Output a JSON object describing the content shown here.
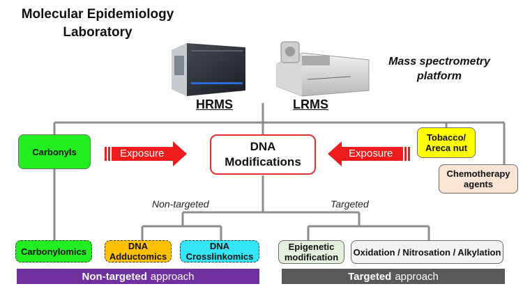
{
  "lab": {
    "line1": "Molecular Epidemiology",
    "line2": "Laboratory"
  },
  "platform": {
    "line1": "Mass spectrometry",
    "line2": "platform"
  },
  "instruments": {
    "left_label": "HRMS",
    "right_label": "LRMS"
  },
  "center": {
    "line1": "DNA",
    "line2": "Modifications"
  },
  "exposure": {
    "left": "Exposure",
    "right": "Exposure"
  },
  "sources": {
    "carbonyls": "Carbonyls",
    "tobacco_line1": "Tobacco/",
    "tobacco_line2": "Areca nut",
    "chemo_line1": "Chemotherapy",
    "chemo_line2": "agents"
  },
  "branches": {
    "non_targeted": "Non-targeted",
    "targeted": "Targeted"
  },
  "leaves": {
    "carbonylomics": "Carbonylomics",
    "adductomics_line1": "DNA",
    "adductomics_line2": "Adductomics",
    "crosslinkomics_line1": "DNA",
    "crosslinkomics_line2": "Crosslinkomics",
    "epigenetic_line1": "Epigenetic",
    "epigenetic_line2": "modification",
    "oxidation": "Oxidation / Nitrosation / Alkylation"
  },
  "footers": {
    "non_targeted_bold": "Non-targeted",
    "non_targeted_rest": "approach",
    "targeted_bold": "Targeted",
    "targeted_rest": "approach"
  },
  "colors": {
    "carbonyls": "#22ee22",
    "tobacco": "#ffff00",
    "chemo": "#fbe4d5",
    "adductomics": "#ffc000",
    "crosslinkomics": "#33e5f5",
    "epigenetic": "#e2efda",
    "oxidation": "#f2f2f2",
    "center_border": "#e03030",
    "arrow": "#ee1c1c",
    "connector": "#8c8c8c",
    "footer_non_targeted": "#7030a0",
    "footer_targeted": "#595959"
  }
}
